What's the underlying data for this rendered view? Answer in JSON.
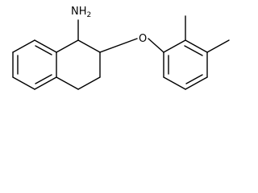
{
  "molecule": {
    "atoms": {
      "amine": {
        "symbol": "N",
        "hydrogens": "H",
        "count": "2"
      },
      "ether": {
        "symbol": "O"
      }
    },
    "colors": {
      "bond": "#000000",
      "label": "#000000",
      "background": "#ffffff"
    }
  }
}
